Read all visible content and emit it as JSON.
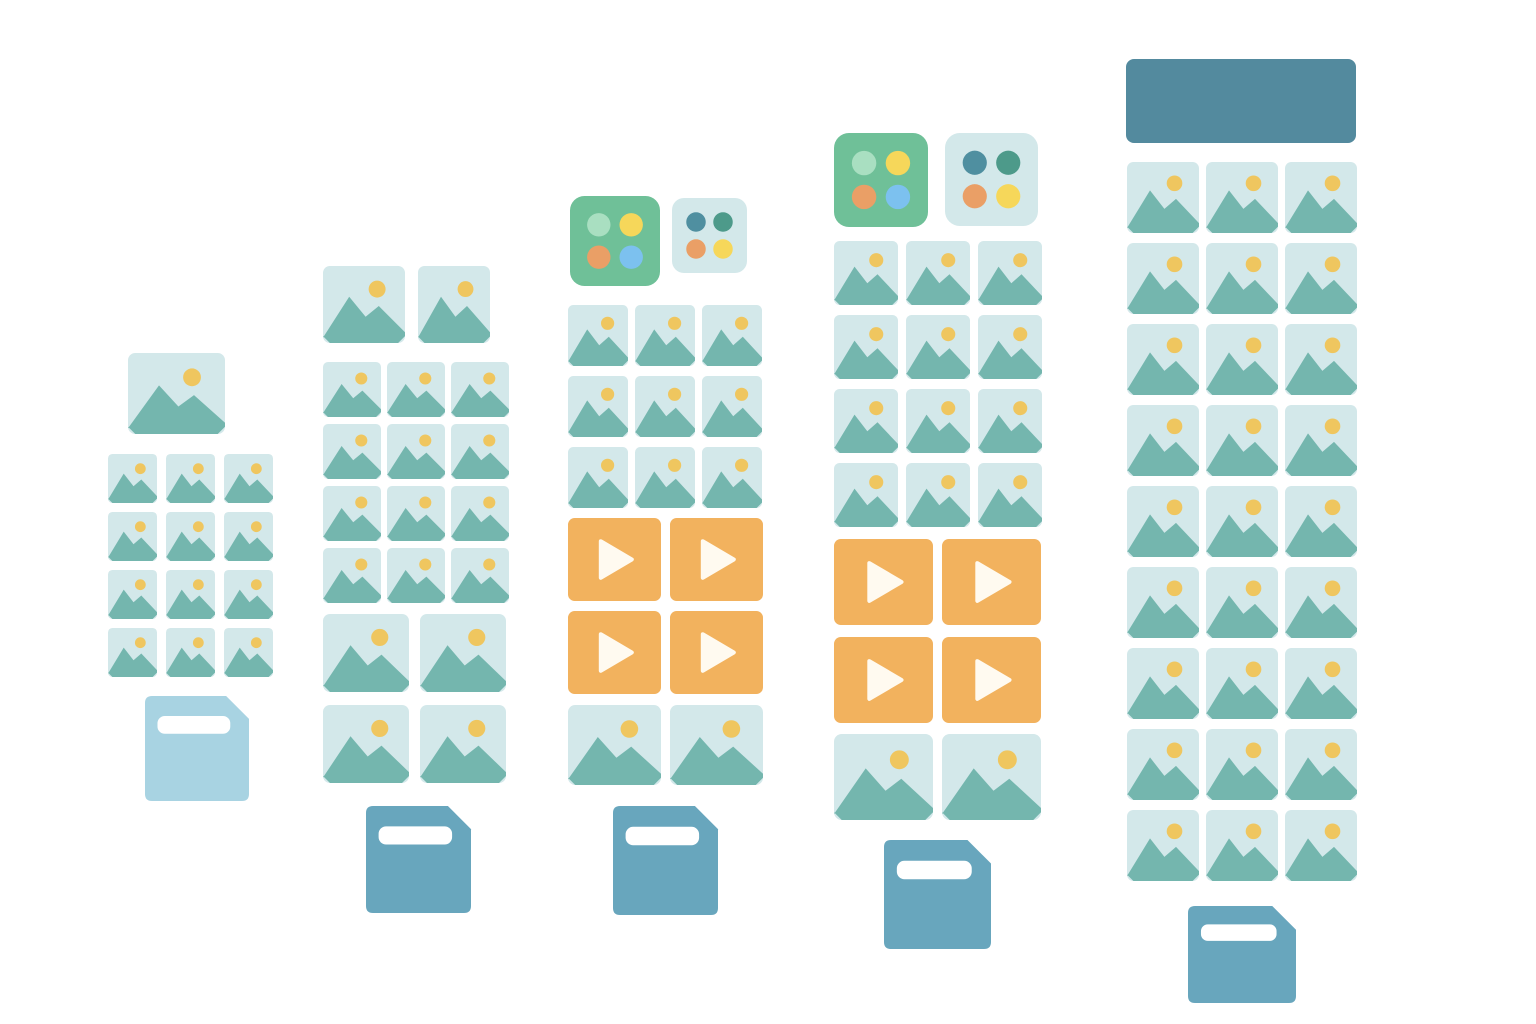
{
  "colors": {
    "background": "#ffffff",
    "photo_bg": "#d3e8ea",
    "mountain": "#74b6ae",
    "sun": "#efc65f",
    "video_bg": "#f2b25e",
    "play_glyph": "#fffaf0",
    "folder_light": "#a8d3e2",
    "folder_dark": "#68a6bd",
    "folder_label": "#ffffff",
    "album_green_bg": "#6fc098",
    "album_light_bg": "#d3e8ea",
    "header_bar": "#538a9e",
    "dot_mint": "#a9dfc1",
    "dot_yellow": "#f6d75a",
    "dot_orange": "#ea9f66",
    "dot_blue": "#7cc1ef",
    "dot_teal_dark": "#4f8fa0",
    "dot_teal": "#4d9a8a"
  },
  "icons": {
    "photo": "image-placeholder-icon",
    "video": "play-icon",
    "folder": "folder-icon",
    "album": "four-dots-icon"
  },
  "groups": [
    {
      "id": "group-1",
      "featured_photos": 1,
      "photo_grid": {
        "rows": 4,
        "cols": 3
      },
      "large_photos": 0,
      "album_icons": 0,
      "video_tiles": 0,
      "header_bar": false,
      "folder_tone": "light"
    },
    {
      "id": "group-2",
      "featured_photos": 2,
      "photo_grid": {
        "rows": 4,
        "cols": 3
      },
      "large_photos": 4,
      "album_icons": 0,
      "video_tiles": 0,
      "header_bar": false,
      "folder_tone": "dark"
    },
    {
      "id": "group-3",
      "featured_photos": 0,
      "photo_grid": {
        "rows": 3,
        "cols": 3
      },
      "large_photos": 2,
      "album_icons": 2,
      "video_tiles": 4,
      "header_bar": false,
      "folder_tone": "dark"
    },
    {
      "id": "group-4",
      "featured_photos": 0,
      "photo_grid": {
        "rows": 4,
        "cols": 3
      },
      "large_photos": 2,
      "album_icons": 2,
      "video_tiles": 4,
      "header_bar": false,
      "folder_tone": "dark"
    },
    {
      "id": "group-5",
      "featured_photos": 0,
      "photo_grid": {
        "rows": 9,
        "cols": 3
      },
      "large_photos": 0,
      "album_icons": 0,
      "video_tiles": 0,
      "header_bar": true,
      "folder_tone": "dark"
    }
  ]
}
